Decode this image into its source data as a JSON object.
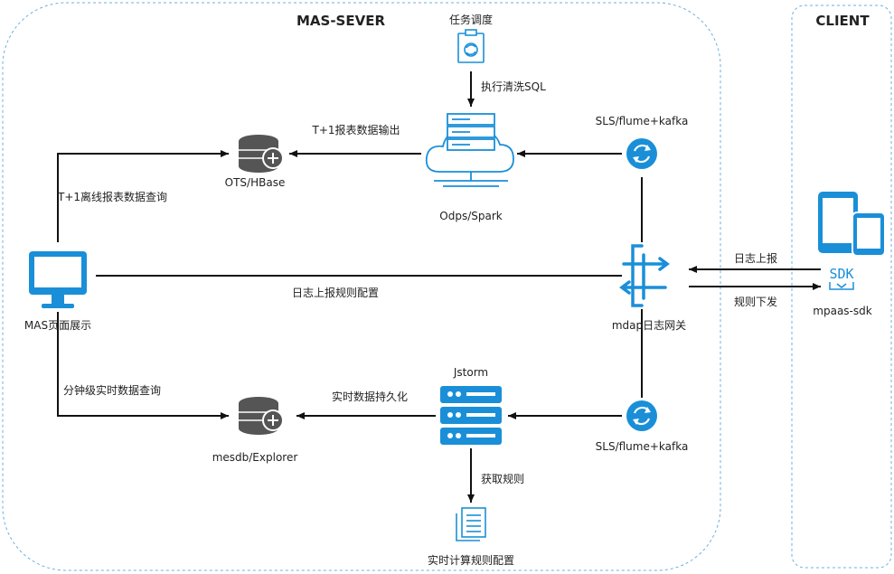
{
  "titles": {
    "server": "MAS-SEVER",
    "client": "CLIENT"
  },
  "nodes": {
    "scheduler": "任务调度",
    "odps": "Odps/Spark",
    "ots": "OTS/HBase",
    "mas": "MAS页面展示",
    "mdap": "mdap日志网关",
    "jstorm": "Jstorm",
    "mesdb": "mesdb/Explorer",
    "rule_config": "实时计算规则配置",
    "sls_top": "SLS/flume+kafka",
    "sls_bottom": "SLS/flume+kafka",
    "sdk": "mpaas-sdk",
    "sdk_glyph": "SDK"
  },
  "edges": {
    "exec_sql": "执行清洗SQL",
    "t1_output": "T+1报表数据输出",
    "t1_query": "T+1离线报表数据查询",
    "log_rule_config": "日志上报规则配置",
    "minute_query": "分钟级实时数据查询",
    "realtime_persist": "实时数据持久化",
    "get_rules": "获取规则",
    "log_report": "日志上报",
    "rule_dispatch": "规则下发"
  },
  "colors": {
    "accent": "#1a8fd8",
    "line": "#111111",
    "border": "#6ab0e0"
  }
}
